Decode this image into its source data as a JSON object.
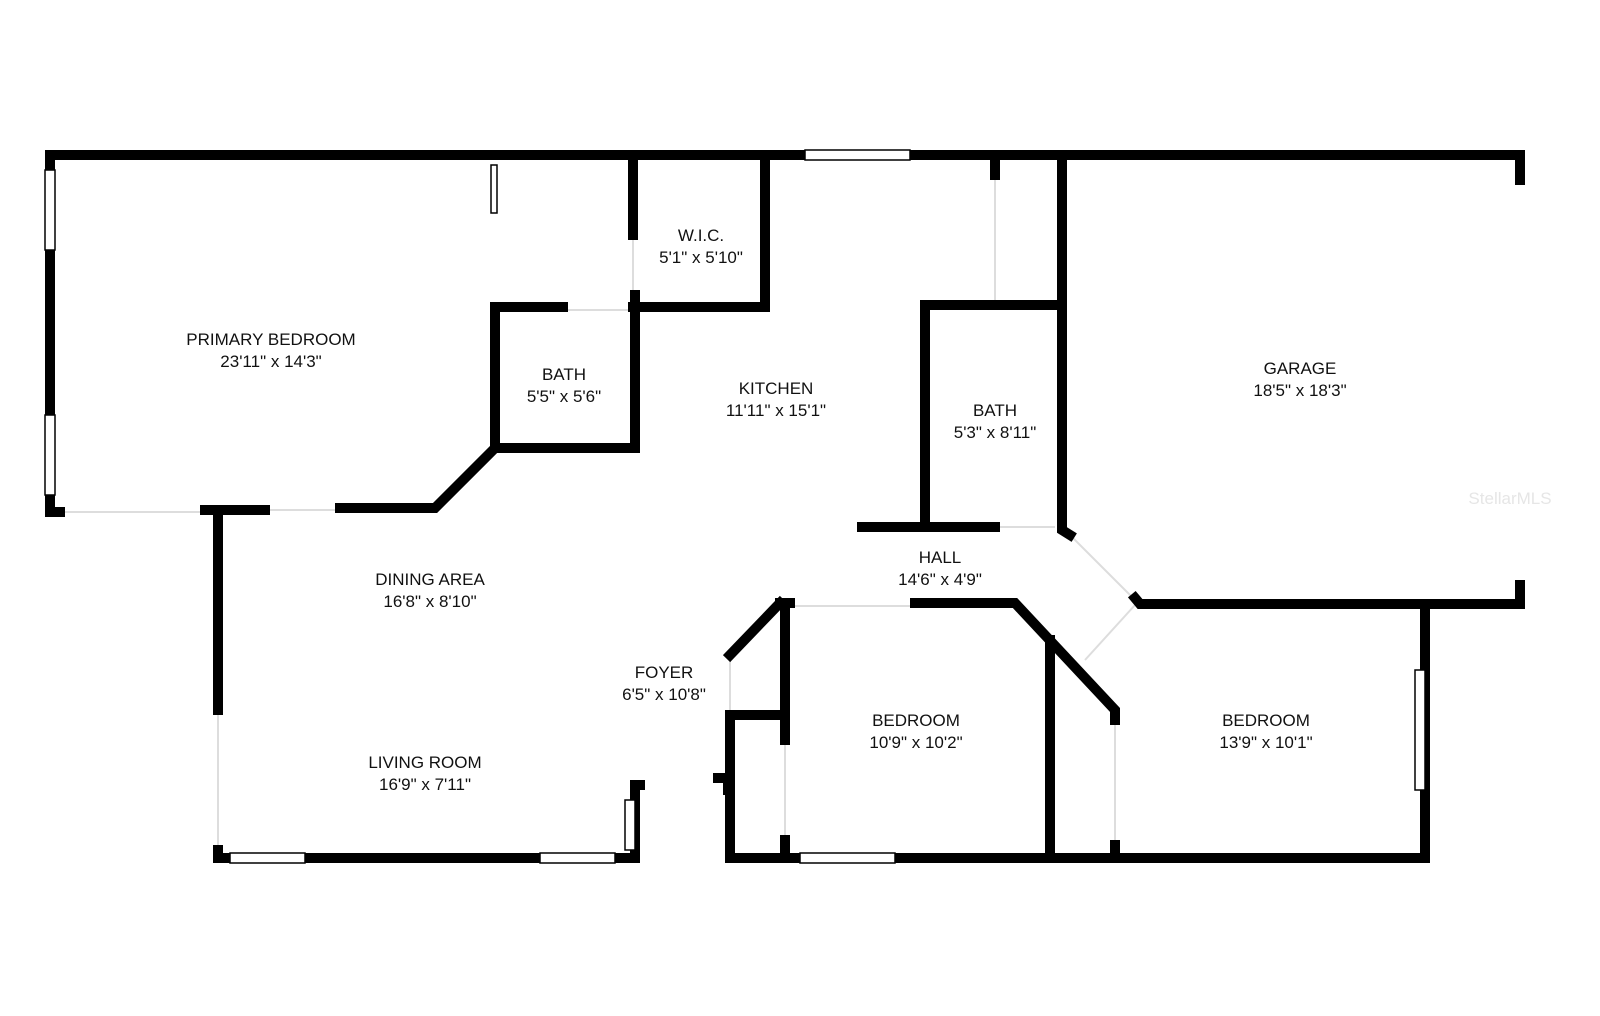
{
  "rooms": [
    {
      "id": "primary-bedroom",
      "name": "PRIMARY BEDROOM",
      "size": "23'11\" x 14'3\""
    },
    {
      "id": "wic",
      "name": "W.I.C.",
      "size": "5'1\" x 5'10\""
    },
    {
      "id": "bath-primary",
      "name": "BATH",
      "size": "5'5\" x 5'6\""
    },
    {
      "id": "kitchen",
      "name": "KITCHEN",
      "size": "11'11\" x 15'1\""
    },
    {
      "id": "bath-hall",
      "name": "BATH",
      "size": "5'3\" x 8'11\""
    },
    {
      "id": "garage",
      "name": "GARAGE",
      "size": "18'5\" x 18'3\""
    },
    {
      "id": "hall",
      "name": "HALL",
      "size": "14'6\" x 4'9\""
    },
    {
      "id": "dining-area",
      "name": "DINING AREA",
      "size": "16'8\" x 8'10\""
    },
    {
      "id": "foyer",
      "name": "FOYER",
      "size": "6'5\" x 10'8\""
    },
    {
      "id": "living-room",
      "name": "LIVING ROOM",
      "size": "16'9\" x 7'11\""
    },
    {
      "id": "bedroom-2",
      "name": "BEDROOM",
      "size": "10'9\" x 10'2\""
    },
    {
      "id": "bedroom-3",
      "name": "BEDROOM",
      "size": "13'9\" x 10'1\""
    }
  ],
  "watermark": "StellarMLS"
}
